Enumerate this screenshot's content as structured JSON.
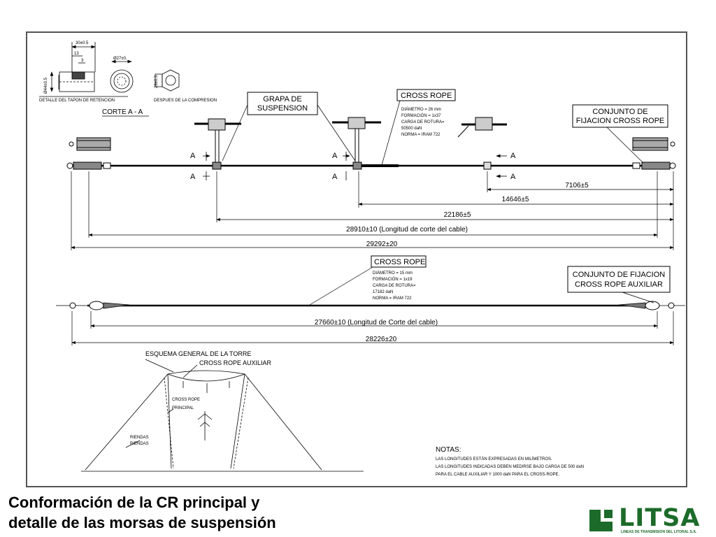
{
  "slide": {
    "title_line1": "Conformación de la CR principal y",
    "title_line2": "detalle de las morsas de suspensión"
  },
  "logo": {
    "name": "LITSA",
    "subtitle": "LINEAS DE TRANSMISION DEL LITORAL S.A.",
    "color": "#1c6b2a"
  },
  "detail": {
    "dim_top": "30±0.5",
    "dim_13": "13",
    "dim_3": "3",
    "dim_side": "Ø44±0.5",
    "dim_27": "Ø27±0,",
    "dim_28": "28±0.5",
    "caption_left": "DETALLE DEL TAPON DE RETENCION",
    "caption_right": "DESPUES DE LA COMPRESION"
  },
  "section_label": "CORTE  A - A",
  "callouts": {
    "grapa": [
      "GRAPA DE",
      "SUSPENSION"
    ],
    "cross_rope": "CROSS ROPE",
    "conjunto": [
      "CONJUNTO DE",
      "FIJACION CROSS ROPE"
    ],
    "cross_rope_2": "CROSS ROPE",
    "conjunto_aux": [
      "CONJUNTO DE FIJACION",
      "CROSS ROPE AUXILIAR"
    ]
  },
  "specs_main": [
    "DIÁMETRO = 26 mm",
    "FORMACIÓN = 1x37",
    "CARGA DE ROTURA=",
    "50500 daN",
    "NORMA = IRAM 722"
  ],
  "specs_aux": [
    "DIÁMETRO = 15 mm",
    "FORMACIÓN = 1x19",
    "CARGA DE ROTURA=",
    "17182 daN",
    "NORMA = IRAM 722"
  ],
  "section_marks": [
    "A",
    "A",
    "A",
    "A",
    "A",
    "A"
  ],
  "dimensions": {
    "d7106": "7106±5",
    "d14646": "14646±5",
    "d22186": "22186±5",
    "d28910": "28910±10    (Longitud de corte del cable)",
    "d29292": "29292±20",
    "d27660": "27660±10 (Longitud de Corte del cable)",
    "d28226": "28226±20"
  },
  "tower": {
    "title": "ESQUEMA GENERAL DE LA TORRE",
    "cross_rope_aux": "CROSS ROPE AUXILIAR",
    "cross_rope_principal_1": "CROSS ROPE",
    "cross_rope_principal_2": "PRINCIPAL",
    "riendas_small": "RIENDAS",
    "riendas": "RIENDAS"
  },
  "notes": {
    "title": "NOTAS:",
    "lines": [
      "LAS LONGITUDES ESTÁN EXPRESADAS EN MILÍMETROS.",
      "LAS LONGITUDES INDICADAS DEBEN MEDIRSE BAJO CARGA DE 500 daN",
      "PARA EL CABLE AUXILIAR Y 1000 daN PARA EL CROSS-ROPE."
    ]
  }
}
